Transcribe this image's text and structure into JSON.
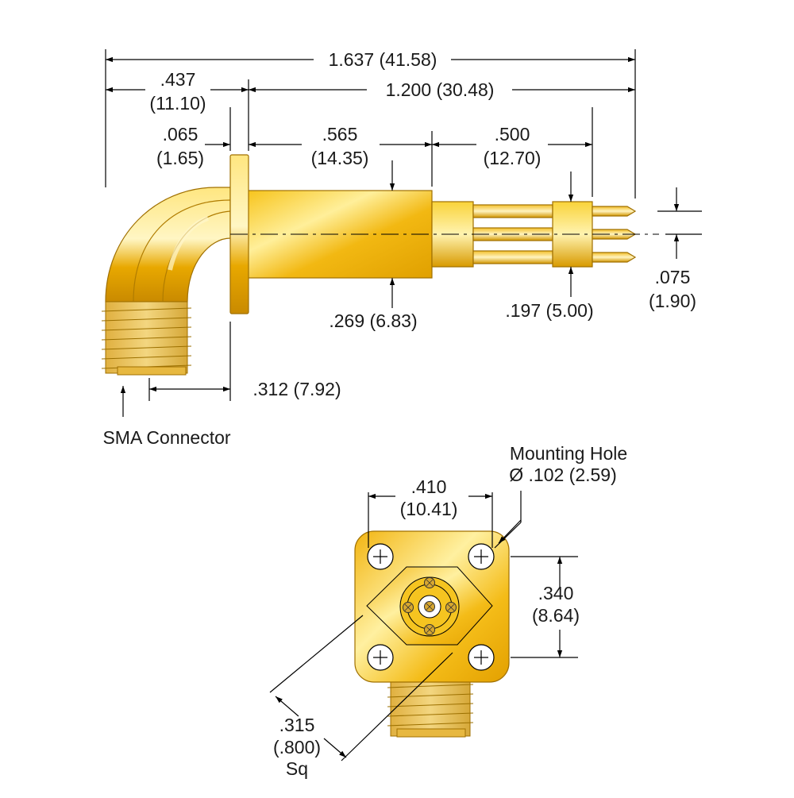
{
  "side_view": {
    "dims": {
      "overall": "1.637 (41.58)",
      "flange_in": ".437",
      "flange_mm": "(11.10)",
      "body_len": "1.200 (30.48)",
      "flange_thk_in": ".065",
      "flange_thk_mm": "(1.65)",
      "barrel_in": ".565",
      "barrel_mm": "(14.35)",
      "pins_in": ".500",
      "pins_mm": "(12.70)",
      "barrel_dia": ".269 (6.83)",
      "block_dia": ".197 (5.00)",
      "pitch_in": ".075",
      "pitch_mm": "(1.90)",
      "offset": ".312 (7.92)"
    },
    "labels": {
      "sma": "SMA Connector"
    }
  },
  "end_view": {
    "dims": {
      "width_in": ".410",
      "width_mm": "(10.41)",
      "height_in": ".340",
      "height_mm": "(8.64)",
      "square_in": ".315",
      "square_mm": "(.800)",
      "square_sq": "Sq"
    },
    "labels": {
      "hole_title": "Mounting Hole",
      "hole_dia": "Ø .102 (2.59)"
    }
  },
  "colors": {
    "gold_light": "#fff2a0",
    "gold_mid": "#f5c21b",
    "gold_dark": "#c98a00",
    "thread": "#e8c257"
  }
}
